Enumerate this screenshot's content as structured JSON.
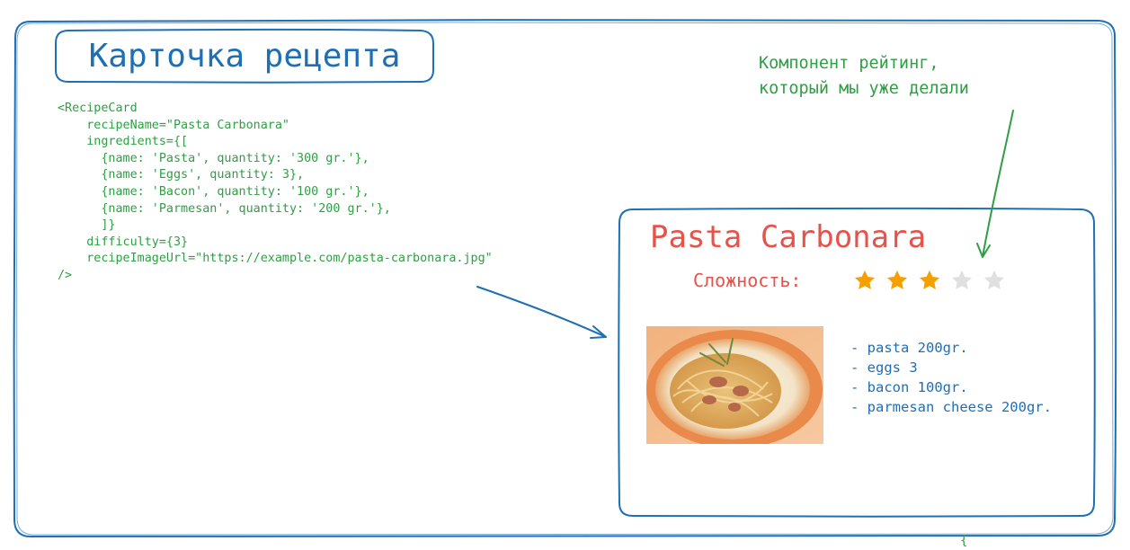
{
  "heading": "Карточка рецепта",
  "code_lines": [
    "<RecipeCard",
    "    recipeName=\"Pasta Carbonara\"",
    "    ingredients={[",
    "      {name: 'Pasta', quantity: '300 gr.'},",
    "      {name: 'Eggs', quantity: 3},",
    "      {name: 'Bacon', quantity: '100 gr.'},",
    "      {name: 'Parmesan', quantity: '200 gr.'},",
    "      ]}",
    "    difficulty={3}",
    "    recipeImageUrl=\"https://example.com/pasta-carbonara.jpg\"",
    "/>"
  ],
  "annotation": {
    "line1": "Компонент рейтинг,",
    "line2": "который мы уже делали"
  },
  "card": {
    "recipe_name": "Pasta Carbonara",
    "difficulty_label": "Сложность:",
    "rating": 3,
    "rating_max": 5,
    "ingredients": [
      "- pasta 200gr.",
      "- eggs 3",
      "- bacon 100gr.",
      "- parmesan cheese 200gr."
    ]
  },
  "stray_text": "{",
  "colors": {
    "blue": "#1f6fb5",
    "green": "#2f9e44",
    "red": "#e5534b",
    "star_filled": "#f59f00",
    "star_empty": "#e0e0e0"
  }
}
